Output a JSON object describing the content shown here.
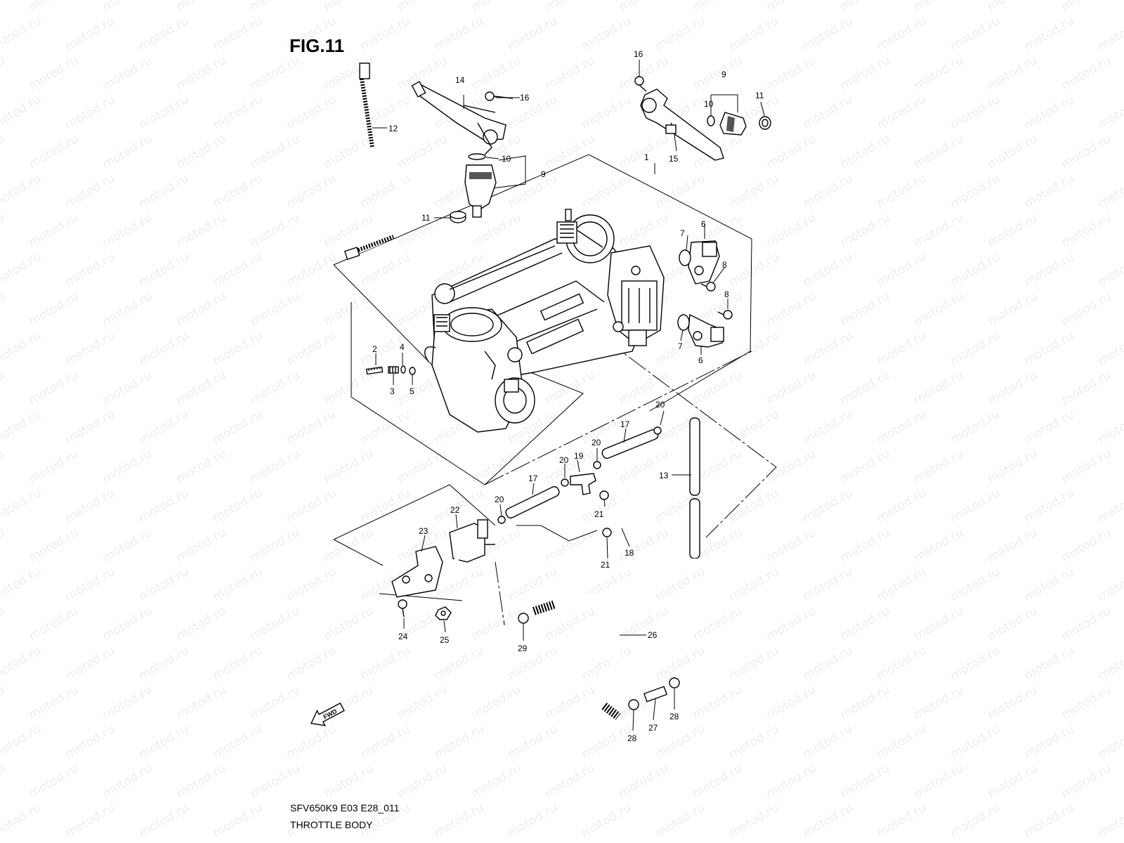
{
  "figure": {
    "title": "FIG.11",
    "model_code": "SFV650K9 E03 E28_011",
    "caption": "THROTTLE BODY"
  },
  "watermark": "motod.ru",
  "fwd_arrow_label": "FWD",
  "callouts": [
    {
      "id": "c1",
      "label": "1"
    },
    {
      "id": "c2",
      "label": "2"
    },
    {
      "id": "c3",
      "label": "3"
    },
    {
      "id": "c4",
      "label": "4"
    },
    {
      "id": "c5",
      "label": "5"
    },
    {
      "id": "c6a",
      "label": "6"
    },
    {
      "id": "c6b",
      "label": "6"
    },
    {
      "id": "c7a",
      "label": "7"
    },
    {
      "id": "c7b",
      "label": "7"
    },
    {
      "id": "c8a",
      "label": "8"
    },
    {
      "id": "c8b",
      "label": "8"
    },
    {
      "id": "c9a",
      "label": "9"
    },
    {
      "id": "c9b",
      "label": "9"
    },
    {
      "id": "c10a",
      "label": "10"
    },
    {
      "id": "c10b",
      "label": "10"
    },
    {
      "id": "c11a",
      "label": "11"
    },
    {
      "id": "c11b",
      "label": "11"
    },
    {
      "id": "c12",
      "label": "12"
    },
    {
      "id": "c13",
      "label": "13"
    },
    {
      "id": "c14",
      "label": "14"
    },
    {
      "id": "c15",
      "label": "15"
    },
    {
      "id": "c16a",
      "label": "16"
    },
    {
      "id": "c16b",
      "label": "16"
    },
    {
      "id": "c17a",
      "label": "17"
    },
    {
      "id": "c17b",
      "label": "17"
    },
    {
      "id": "c18",
      "label": "18"
    },
    {
      "id": "c19",
      "label": "19"
    },
    {
      "id": "c20a",
      "label": "20"
    },
    {
      "id": "c20b",
      "label": "20"
    },
    {
      "id": "c20c",
      "label": "20"
    },
    {
      "id": "c20d",
      "label": "20"
    },
    {
      "id": "c21a",
      "label": "21"
    },
    {
      "id": "c21b",
      "label": "21"
    },
    {
      "id": "c22",
      "label": "22"
    },
    {
      "id": "c23",
      "label": "23"
    },
    {
      "id": "c24",
      "label": "24"
    },
    {
      "id": "c25",
      "label": "25"
    },
    {
      "id": "c26",
      "label": "26"
    },
    {
      "id": "c27",
      "label": "27"
    },
    {
      "id": "c28a",
      "label": "28"
    },
    {
      "id": "c28b",
      "label": "28"
    },
    {
      "id": "c29",
      "label": "29"
    }
  ]
}
